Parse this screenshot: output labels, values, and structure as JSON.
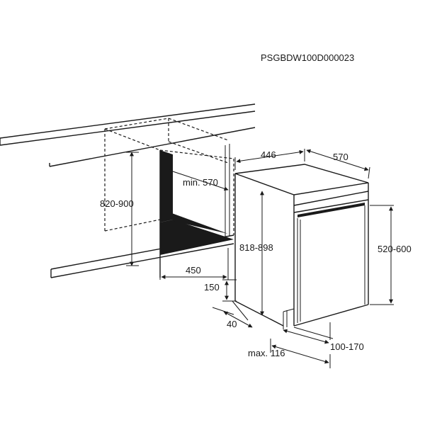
{
  "reference_code": "PSGBDW100D000023",
  "dimensions": {
    "niche_height": "820-900",
    "niche_depth_min": "min. 570",
    "niche_width": "450",
    "appliance_width": "446",
    "appliance_depth": "570",
    "appliance_height": "818-898",
    "door_height": "520-600",
    "plinth_height": "150",
    "plinth_depth": "40",
    "foot_adjust": "100-170",
    "max_offset": "max. 116"
  }
}
